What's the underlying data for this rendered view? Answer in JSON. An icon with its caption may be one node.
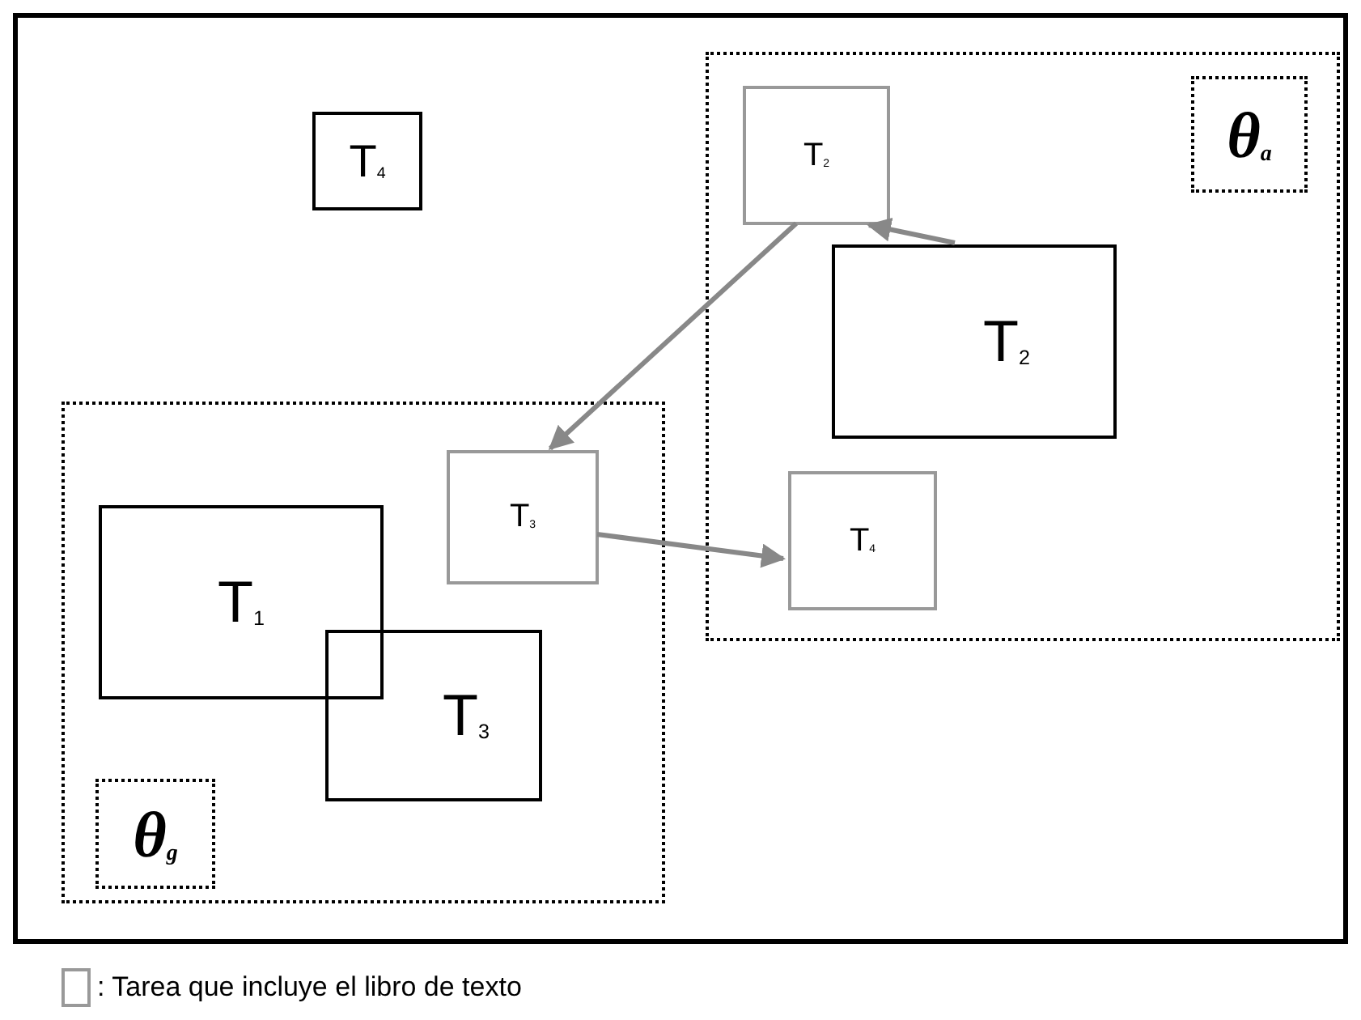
{
  "diagram": {
    "nodes": [
      {
        "text": [
          "T$_{4}$"
        ]
      },
      {
        "text": [],
        "shape": "box"
      },
      {
        "text": [
          "θ$_{a}$"
        ],
        "in": 1
      },
      {
        "text": [
          "T$_{2}$"
        ],
        "in": 1
      },
      {
        "text": [
          "T$_{2}$"
        ],
        "in": 1
      },
      {
        "text": [],
        "shape": "box"
      },
      {
        "text": [
          "T$_{3}$"
        ],
        "in": 5
      },
      {
        "text": [
          "T$_{4}$"
        ],
        "in": 1
      },
      {
        "text": [
          "T$_{1}$"
        ],
        "in": 5
      },
      {
        "text": [
          "T$_{3}$"
        ],
        "in": 5
      },
      {
        "text": [
          "θ$_{g}$"
        ],
        "in": 5
      }
    ],
    "edges": [
      {
        "from": 4,
        "to": 3,
        "arrow": "to"
      },
      {
        "from": 3,
        "to": 6,
        "arrow": "to"
      },
      {
        "from": 6,
        "to": 7,
        "arrow": "to"
      }
    ],
    "legend": [
      {
        "text": ": Tarea que incluye el libro de texto"
      }
    ]
  }
}
